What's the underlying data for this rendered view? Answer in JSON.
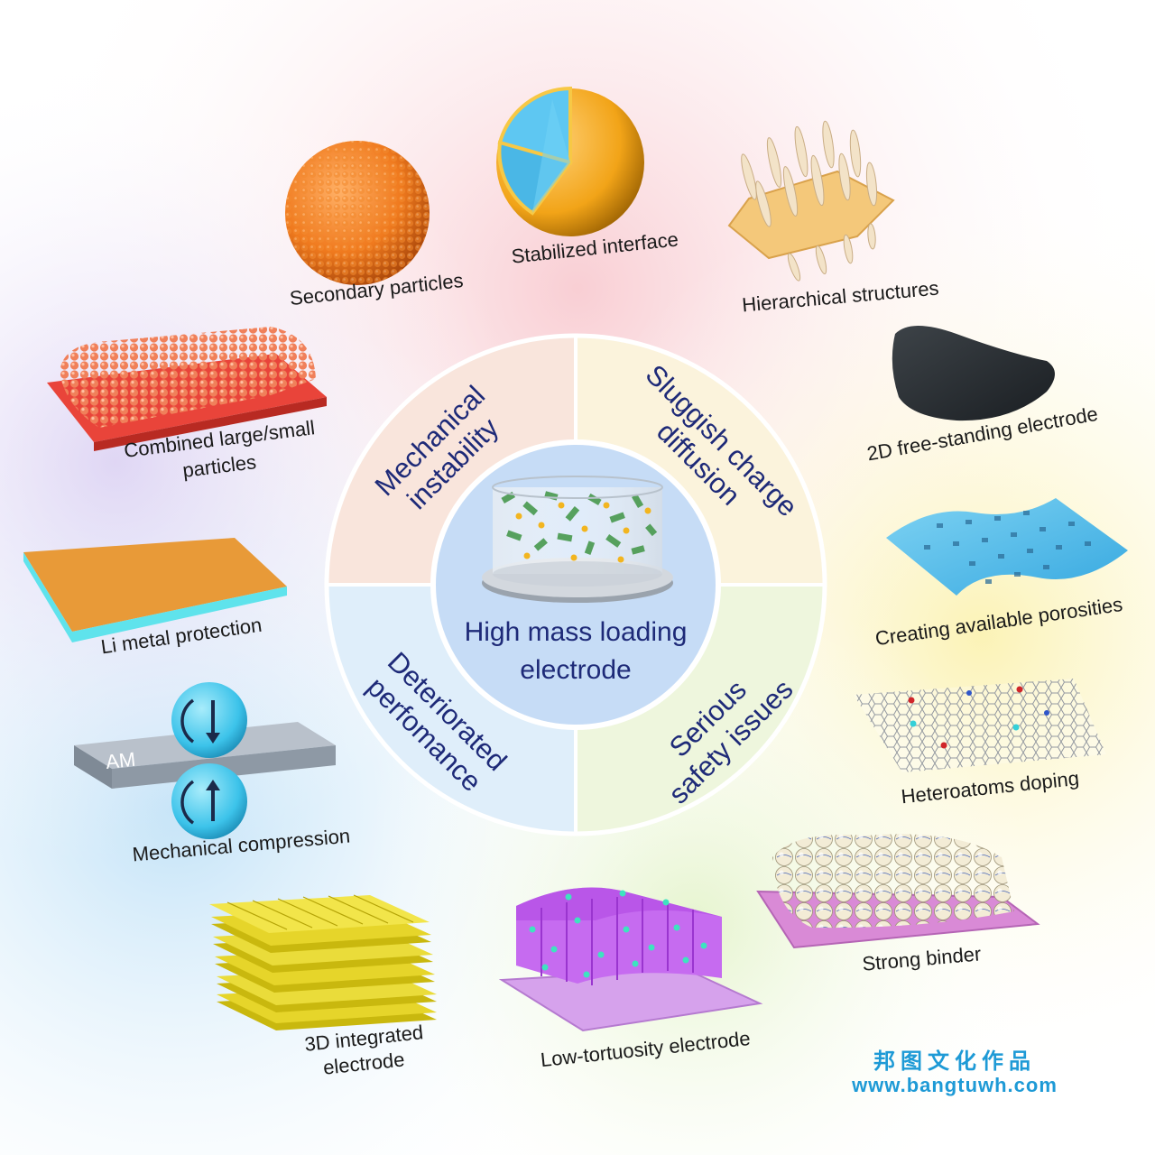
{
  "center": {
    "line1": "High mass loading",
    "line2": "electrode"
  },
  "quadrants": {
    "top_left": {
      "line1": "Mechanical",
      "line2": "instability"
    },
    "top_right": {
      "line1": "Sluggish charge",
      "line2": "diffusion"
    },
    "bottom_left": {
      "line1": "Deteriorated",
      "line2": "perfomance"
    },
    "bottom_right": {
      "line1": "Serious",
      "line2": "safety issues"
    }
  },
  "strategies": {
    "secondary_particles": "Secondary particles",
    "stabilized_interface": "Stabilized interface",
    "hierarchical_structures": "Hierarchical structures",
    "free_standing": "2D free-standing electrode",
    "porosities": "Creating available porosities",
    "heteroatoms": "Heteroatoms doping",
    "strong_binder": "Strong binder",
    "low_tortuosity": "Low-tortuosity electrode",
    "integrated_3d_line1": "3D integrated",
    "integrated_3d_line2": "electrode",
    "compression": "Mechanical compression",
    "compression_am": "AM",
    "li_metal": "Li metal protection",
    "combined_line1": "Combined large/small",
    "combined_line2": "particles"
  },
  "watermark": {
    "line1": "邦图文化作品",
    "line2": "www.bangtuwh.com"
  },
  "colors": {
    "quadrant_text": "#1e2a78",
    "top_left_bg": "#f9e5dc",
    "top_right_bg": "#fbf3dc",
    "bottom_left_bg": "#dfeefa",
    "bottom_right_bg": "#eef6dd",
    "center_bg": "#c6dcf6",
    "watermark": "#1e9ad6"
  }
}
